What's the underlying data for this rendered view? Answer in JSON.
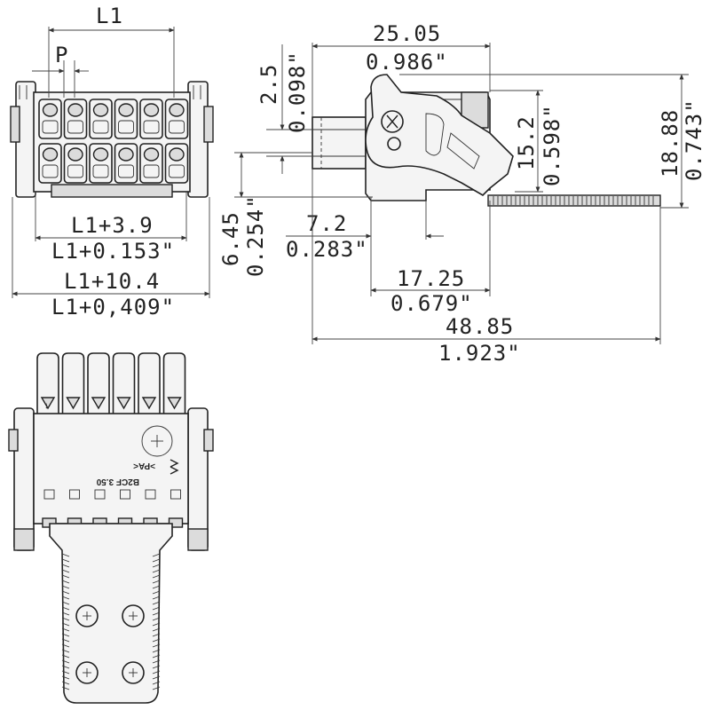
{
  "dimensions": {
    "l1": "L1",
    "p": "P",
    "l1_plus_3_9": "L1+3.9",
    "l1_plus_0_153": "L1+0.153\"",
    "l1_plus_10_4": "L1+10.4",
    "l1_plus_0_409": "L1+0,409\"",
    "d_25_05": "25.05",
    "d_0_986": "0.986\"",
    "d_2_5": "2.5",
    "d_0_098": "0.098\"",
    "d_15_2": "15.2",
    "d_0_598": "0.598\"",
    "d_18_88": "18.88",
    "d_0_743": "0.743\"",
    "d_6_45": "6.45",
    "d_0_254": "0.254\"",
    "d_7_2": "7.2",
    "d_0_283": "0.283\"",
    "d_17_25": "17.25",
    "d_0_679": "0.679\"",
    "d_48_85": "48.85",
    "d_1_923": "1.923\""
  },
  "markings": {
    "part_code": "B2CF 3.50",
    "pa_mark": ">PA<",
    "arrow": "↓"
  }
}
